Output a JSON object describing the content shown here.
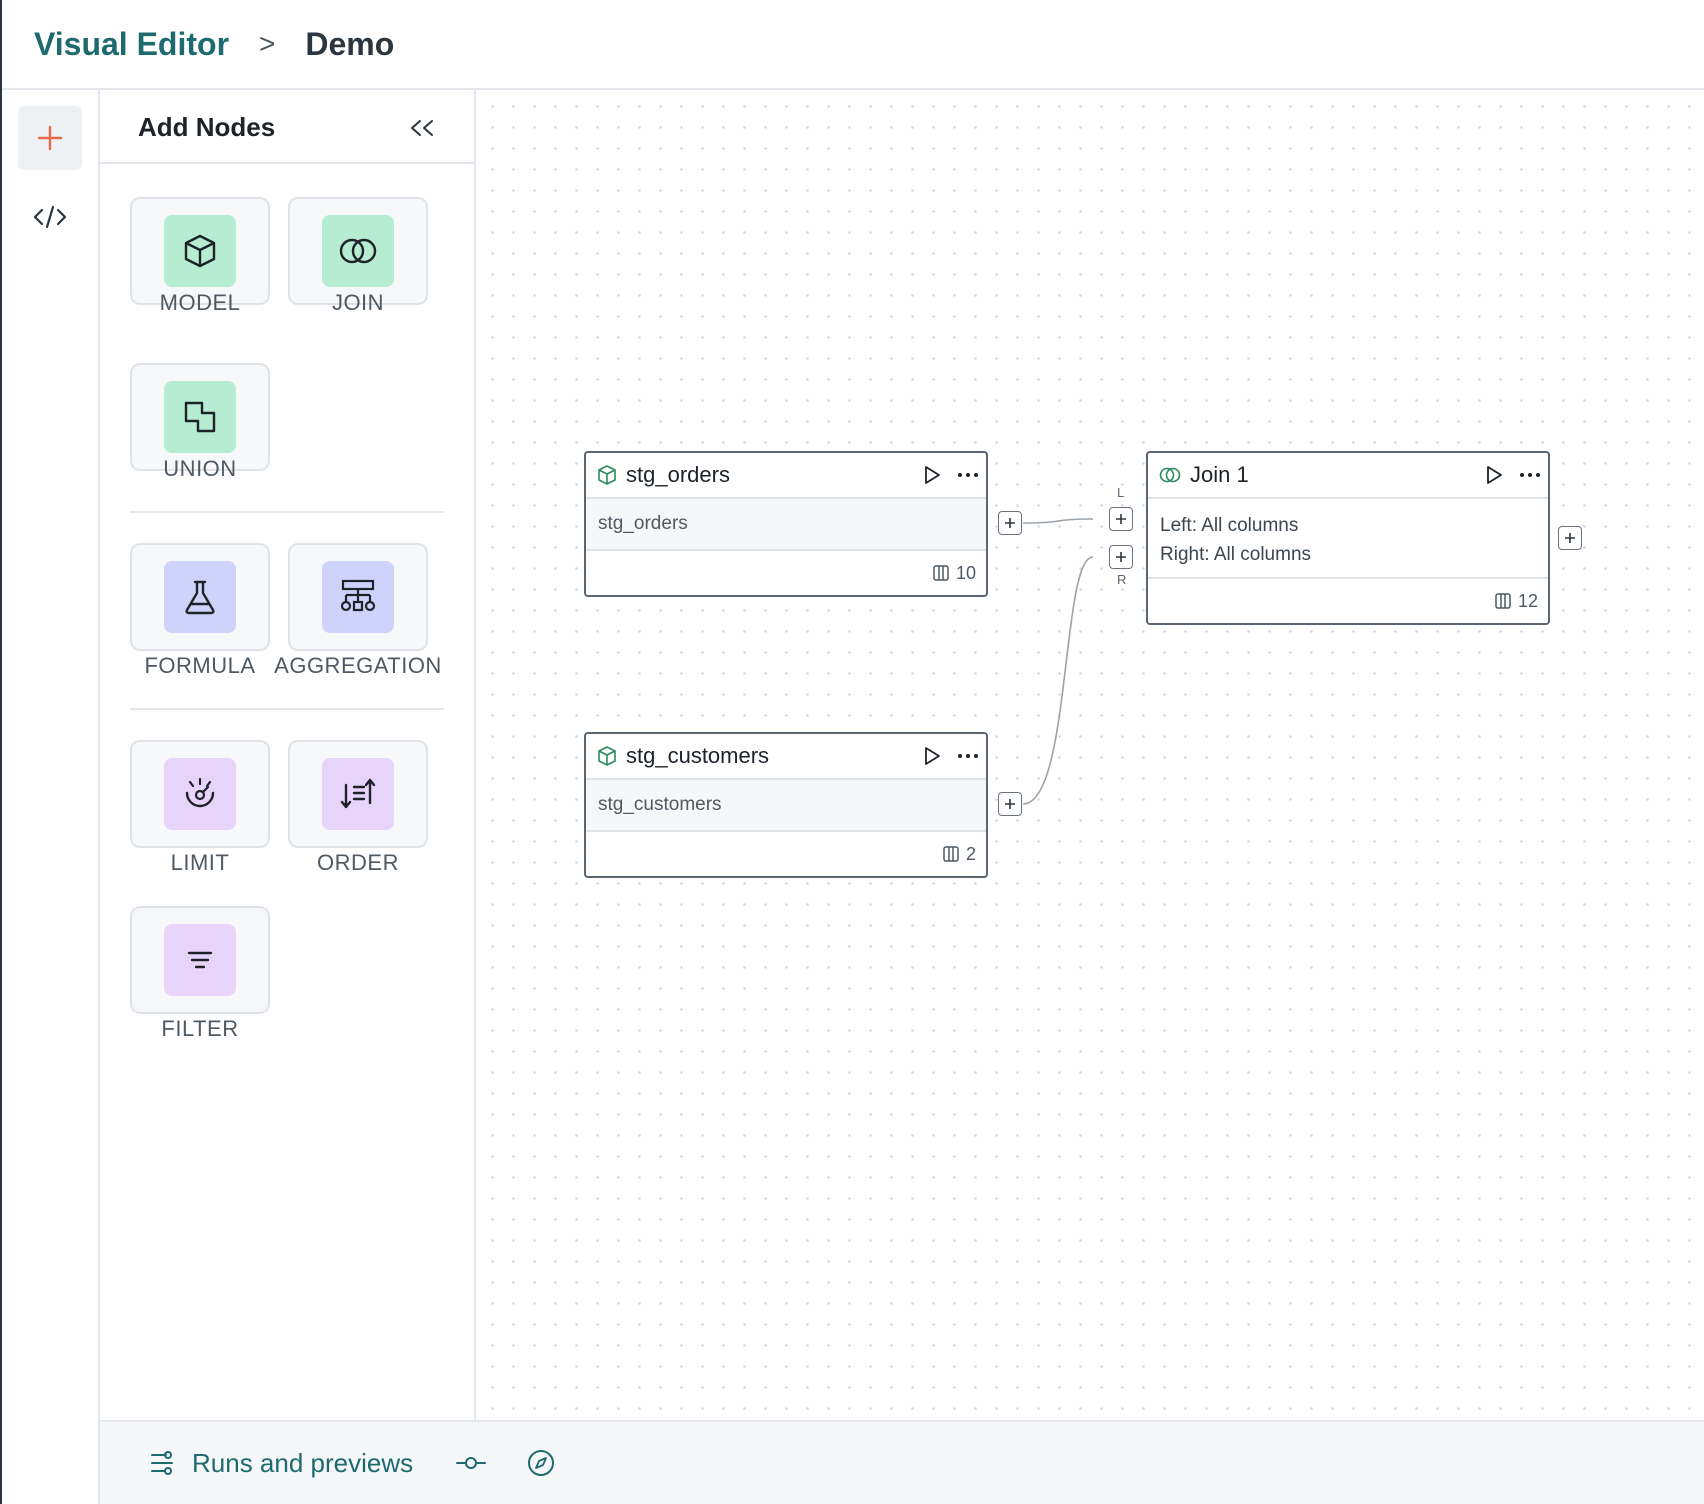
{
  "breadcrumb": {
    "root": "Visual Editor",
    "separator": ">",
    "page": "Demo"
  },
  "rail": {
    "add_icon": "plus-icon",
    "code_icon": "code-icon",
    "accent": "#e86a4a"
  },
  "panel": {
    "title": "Add Nodes",
    "collapse_label": "<<",
    "nodes": [
      {
        "label": "MODEL",
        "icon": "cube-icon"
      },
      {
        "label": "JOIN",
        "icon": "join-icon"
      },
      {
        "label": "UNION",
        "icon": "union-icon"
      },
      {
        "label": "FORMULA",
        "icon": "flask-icon"
      },
      {
        "label": "AGGREGATION",
        "icon": "aggregation-icon"
      },
      {
        "label": "LIMIT",
        "icon": "limit-icon"
      },
      {
        "label": "ORDER",
        "icon": "sort-icon"
      },
      {
        "label": "FILTER",
        "icon": "filter-icon"
      }
    ]
  },
  "canvas": {
    "nodes": [
      {
        "name": "stg_orders",
        "body": [
          "stg_orders"
        ],
        "columns": "10"
      },
      {
        "name": "stg_customers",
        "body": [
          "stg_customers"
        ],
        "columns": "2"
      },
      {
        "name": "Join 1",
        "body": [
          "Left: All columns",
          "Right: All columns"
        ],
        "columns": "12"
      }
    ],
    "ports": {
      "left": "L",
      "right": "R"
    }
  },
  "bottom": {
    "runs_label": "Runs and previews"
  },
  "colors": {
    "brand": "#1d6a6f",
    "model_green": "#b5ecd2",
    "blue": "#cdd3fb",
    "purple": "#e6d4fa"
  }
}
